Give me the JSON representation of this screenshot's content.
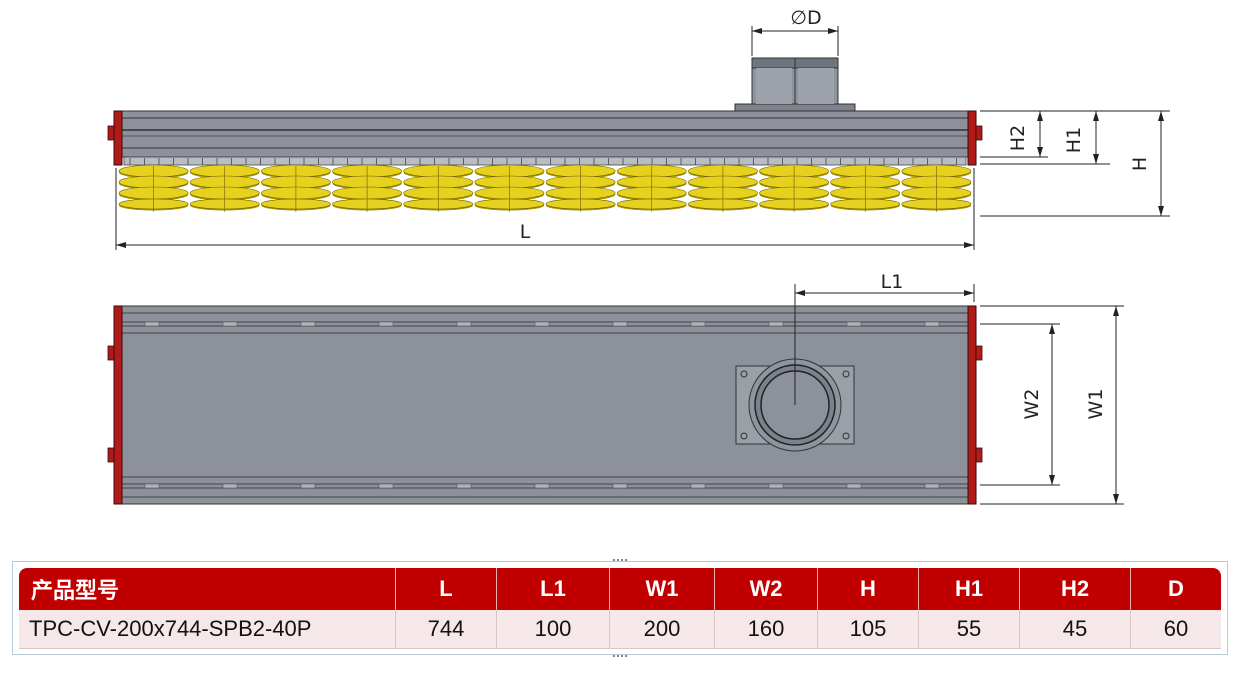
{
  "drawing": {
    "front_view": {
      "dim_D": "∅D",
      "dim_H2": "H2",
      "dim_H1": "H1",
      "dim_H": "H",
      "dim_L": "L"
    },
    "top_view": {
      "dim_L1": "L1",
      "dim_W2": "W2",
      "dim_W1": "W1"
    },
    "colors": {
      "body": "#8c919b",
      "body_dark": "#6f7480",
      "end_cap": "#b01a1a",
      "suction_cup": "#e6d21e",
      "suction_cup_shadow": "#a89500"
    },
    "suction_cup_count": 12
  },
  "spec_table": {
    "headers": [
      "产品型号",
      "L",
      "L1",
      "W1",
      "W2",
      "H",
      "H1",
      "H2",
      "D"
    ],
    "rows": [
      [
        "TPC-CV-200x744-SPB2-40P",
        "744",
        "100",
        "200",
        "160",
        "105",
        "55",
        "45",
        "60"
      ]
    ]
  }
}
